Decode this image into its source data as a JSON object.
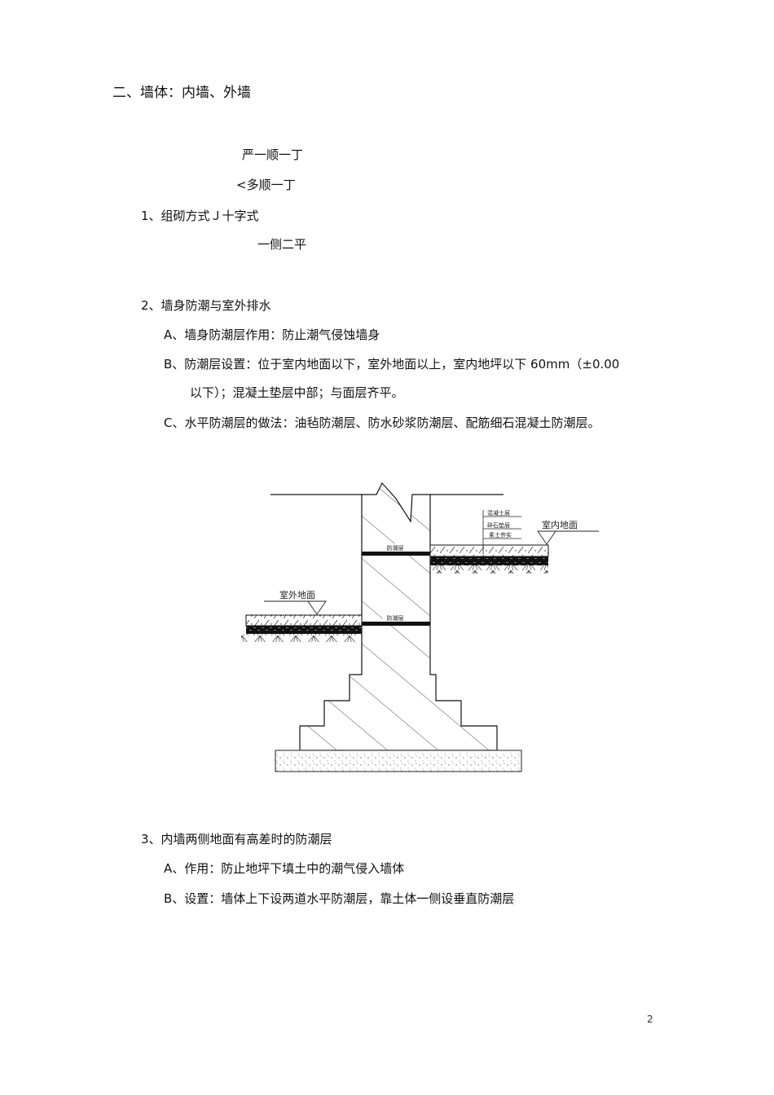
{
  "page": {
    "heading": "二、墙体：内墙、外墙",
    "bond_methods": {
      "item1": "严一顺一丁",
      "item2": "<多顺一丁",
      "label": "1、组砌方式Ｊ十字式",
      "item4": "一侧二平"
    },
    "section2": {
      "title": "2、墙身防潮与室外排水",
      "a": "A、墙身防潮层作用：防止潮气侵蚀墙身",
      "b_line1": "B、防潮层设置：位于室内地面以下，室外地面以上，室内地坪以下 60mm（±0.00",
      "b_line2": "以下）；混凝土垫层中部；与面层齐平。",
      "c": "C、水平防潮层的做法：油毡防潮层、防水砂浆防潮层、配筋细石混凝土防潮层。"
    },
    "diagram": {
      "indoor_ground_label": "室内地面",
      "outdoor_ground_label": "室外地面",
      "dpc_label_upper": "防潮层",
      "dpc_label_lower": "防潮层",
      "floor_layers": [
        "混凝土层",
        "碎石垫层",
        "素土夯实"
      ]
    },
    "section3": {
      "title": "3、内墙两侧地面有高差时的防潮层",
      "a": "A、作用：防止地坪下填土中的潮气侵入墙体",
      "b": "B、设置：墙体上下设两道水平防潮层，靠土体一侧设垂直防潮层"
    },
    "page_number": "2"
  }
}
